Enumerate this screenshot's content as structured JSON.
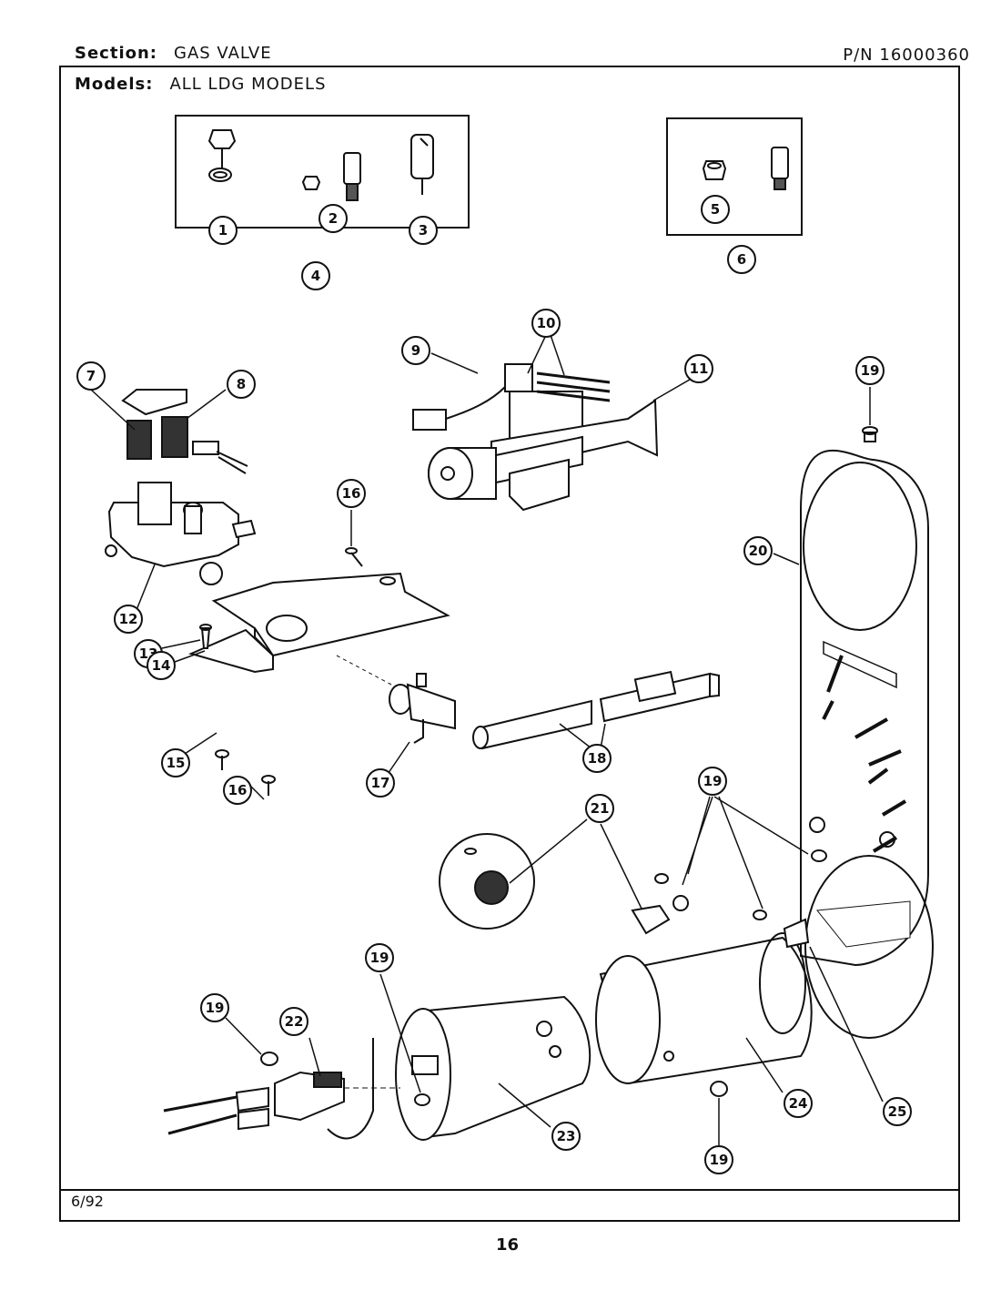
{
  "header": {
    "section_label": "Section:",
    "section_value": "GAS VALVE",
    "models_label": "Models:",
    "models_value": "ALL LDG MODELS",
    "part_number": "P/N 16000360"
  },
  "footer": {
    "date": "6/92",
    "page_number": "16"
  },
  "callouts": {
    "c1": "1",
    "c2": "2",
    "c3": "3",
    "c4": "4",
    "c5": "5",
    "c6": "6",
    "c7": "7",
    "c8": "8",
    "c9": "9",
    "c10": "10",
    "c11": "11",
    "c12": "12",
    "c13": "13",
    "c14": "14",
    "c15": "15",
    "c16a": "16",
    "c16b": "16",
    "c17": "17",
    "c18": "18",
    "c19a": "19",
    "c19b": "19",
    "c19c": "19",
    "c19d": "19",
    "c19e": "19",
    "c20": "20",
    "c21": "21",
    "c22": "22",
    "c23": "23",
    "c24": "24",
    "c25": "25"
  }
}
